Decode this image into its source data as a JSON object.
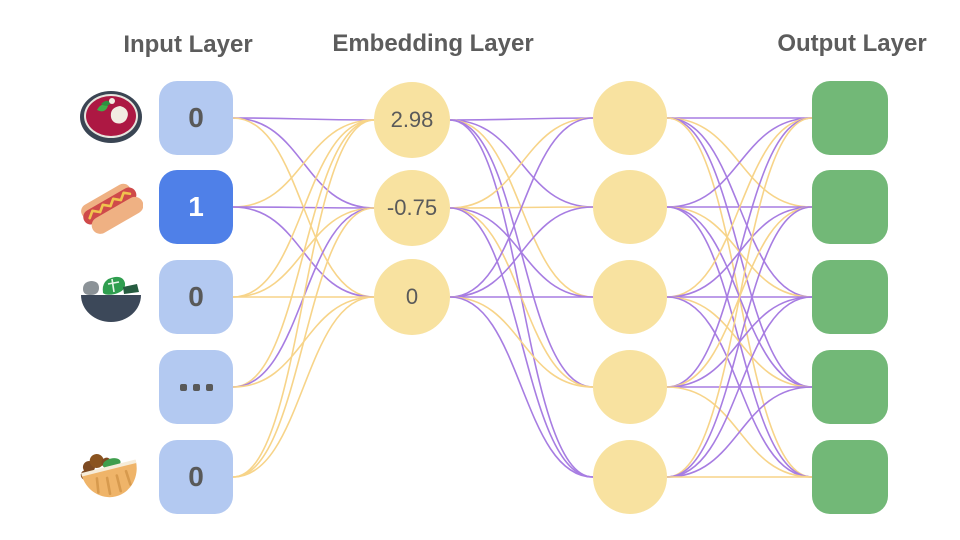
{
  "titles": {
    "input": "Input Layer",
    "embedding": "Embedding Layer",
    "output": "Output Layer"
  },
  "colors": {
    "input_node": "#b3c9f1",
    "input_node_active": "#4f80e8",
    "embedding_node": "#f8e2a0",
    "hidden_node": "#f8e2a0",
    "output_node": "#72b877",
    "edge_purple": "#a77de2",
    "edge_yellow": "#f7d489",
    "node_text": "#595959",
    "title_text": "#5c5c5c"
  },
  "diagram": {
    "input_layer": {
      "nodes": [
        {
          "icon": "soup-icon",
          "value": "0",
          "active": false
        },
        {
          "icon": "hotdog-icon",
          "value": "1",
          "active": true
        },
        {
          "icon": "salad-icon",
          "value": "0",
          "active": false
        },
        {
          "icon": null,
          "value": "...",
          "active": false
        },
        {
          "icon": "pita-icon",
          "value": "0",
          "active": false
        }
      ]
    },
    "embedding_layer": {
      "nodes": [
        {
          "value": "2.98"
        },
        {
          "value": "-0.75"
        },
        {
          "value": "0"
        }
      ]
    },
    "hidden_layer": {
      "nodes": [
        {
          "value": ""
        },
        {
          "value": ""
        },
        {
          "value": ""
        },
        {
          "value": ""
        },
        {
          "value": ""
        }
      ]
    },
    "output_layer": {
      "nodes": [
        {
          "value": ""
        },
        {
          "value": ""
        },
        {
          "value": ""
        },
        {
          "value": ""
        },
        {
          "value": ""
        }
      ]
    },
    "edges": {
      "input_to_embedding": [
        [
          "p",
          "p",
          "y"
        ],
        [
          "y",
          "p",
          "p"
        ],
        [
          "y",
          "y",
          "y"
        ],
        [
          "y",
          "p",
          "y"
        ],
        [
          "y",
          "y",
          "y"
        ]
      ],
      "embedding_to_hidden": [
        [
          "p",
          "p",
          "y",
          "p",
          "p"
        ],
        [
          "y",
          "y",
          "p",
          "y",
          "p"
        ],
        [
          "p",
          "p",
          "p",
          "y",
          "p"
        ]
      ],
      "hidden_to_output": [
        [
          "p",
          "y",
          "p",
          "p",
          "y"
        ],
        [
          "p",
          "p",
          "y",
          "p",
          "p"
        ],
        [
          "y",
          "p",
          "p",
          "y",
          "p"
        ],
        [
          "p",
          "y",
          "p",
          "p",
          "y"
        ],
        [
          "y",
          "p",
          "p",
          "p",
          "y"
        ]
      ]
    }
  }
}
